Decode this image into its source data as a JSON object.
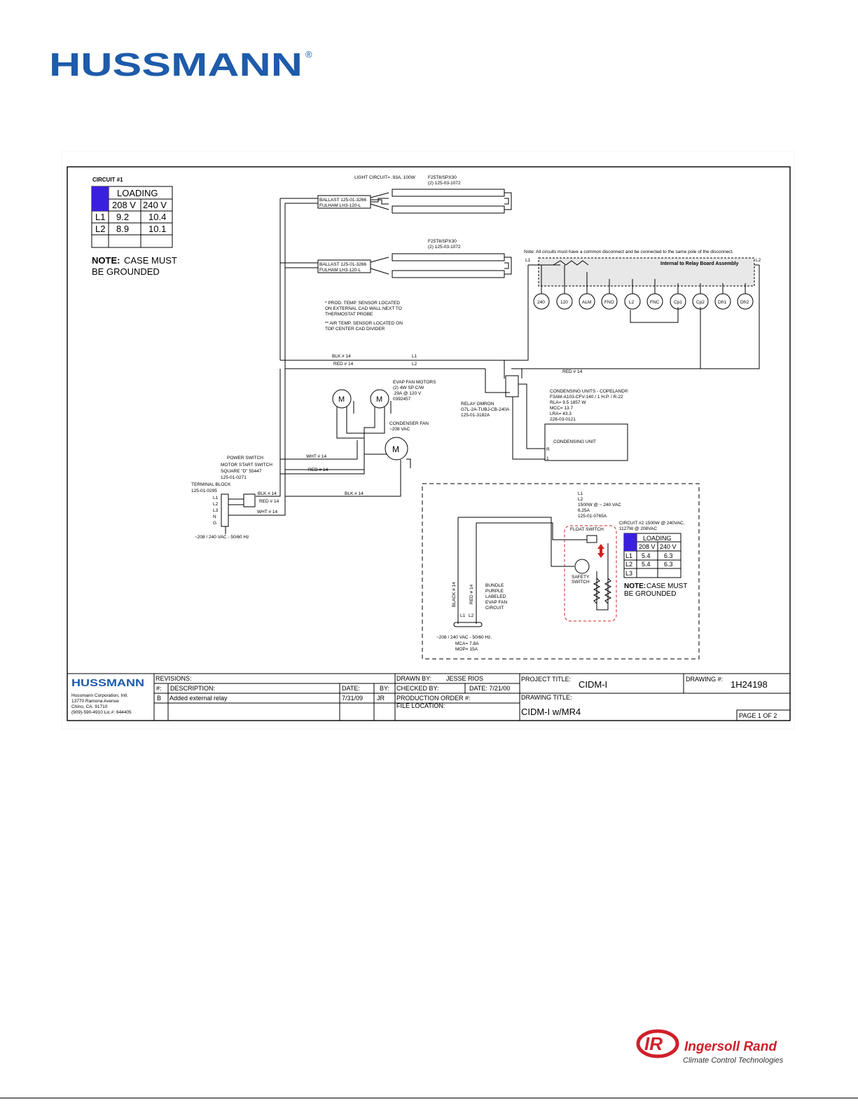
{
  "header": {
    "logo": "HUSSMANN",
    "registered": "®"
  },
  "circuit1": {
    "title": "CIRCUIT #1",
    "table": {
      "header": "LOADING",
      "cols": [
        "208 V",
        "240 V"
      ],
      "rows": [
        {
          "label": "L1",
          "v208": "9.2",
          "v240": "10.4"
        },
        {
          "label": "L2",
          "v208": "8.9",
          "v240": "10.1"
        }
      ]
    },
    "note_bold": "NOTE:",
    "note_l1": "CASE MUST",
    "note_l2": "BE GROUNDED"
  },
  "lights": {
    "circuit": "LIGHT CIRCUIT= .93A, 100W",
    "lamp1_l1": "F25T8/SPX30",
    "lamp1_l2": "(2) 125-03-1072",
    "lamp2_l1": "F25T8/SPX30",
    "lamp2_l2": "(2) 125-03-1072",
    "ballast1_l1": "BALLAST 125-01-3266",
    "ballast1_l2": "FULHAM LH3-120-L",
    "ballast2_l1": "BALLAST 125-01-3266",
    "ballast2_l2": "FULHAM LH3-120-L"
  },
  "sensor_notes": {
    "l1": "* PROD. TEMP. SENSOR LOCATED",
    "l2": "ON EXTERNAL CAD WALL NEXT TO",
    "l3": "THERMOSTAT PROBE",
    "l4": "** AIR TEMP. SENSOR LOCATED ON",
    "l5": "TOP CENTER CAD DIVIDER"
  },
  "relay_board": {
    "note": "Note: All circuits must have a common disconnect and be connected to the same pole of the disconnect.",
    "title": "Internal to Relay Board Assembly",
    "left": "L1",
    "right": "L2",
    "terminals": [
      "240",
      "120",
      "ALM",
      "FNO",
      "L2",
      "FNC",
      "Cp1",
      "Cp2",
      "Dfr1",
      "Dfr2"
    ]
  },
  "wires": {
    "blk14": "BLK # 14",
    "red14": "RED # 14",
    "l1": "L1",
    "l2": "L2",
    "red14_b": "RED # 14",
    "wht14": "WHT # 14",
    "red14_c": "RED # 14",
    "blk14_b": "BLK # 14",
    "blk14_c": "BLK # 14",
    "red14_d": "RED # 14",
    "wht14_b": "WHT # 14"
  },
  "evap_fans": {
    "l1": "EVAP FAN MOTORS",
    "l2": "(2) 4W SP C/W",
    "l3": ".29A @ 120 V",
    "l4": "0392457",
    "motor": "M"
  },
  "condenser_fan": {
    "l1": "CONDENSER FAN",
    "l2": "~208 VAC",
    "motor": "M"
  },
  "relay": {
    "l1": "RELAY OMRON",
    "l2": "G7L-2A-TUBJ-CB-240A",
    "l3": "125-01-3182A"
  },
  "condensing": {
    "l1": "CONDENSING UNITS - COPELAND®",
    "l2": "F3AM-A103-CFV-140 / 1 H.P. / R-22",
    "l3": "RLA= 9.5 1857 W",
    "l4": "MCC= 13.7",
    "l5": "LRA= 43.3",
    "l6": "228-03-0121",
    "box": "CONDENSING UNIT",
    "r": "R",
    "one": "1"
  },
  "power_switch": {
    "l1": "POWER SWITCH",
    "l2": "MOTOR START SWITCH",
    "l3": "SQUARE \"D\" 55447",
    "l4": "125-01-0271",
    "tb1": "TERMINAL BLOCK",
    "tb2": "125-01-0295",
    "terms": [
      "L1",
      "L2",
      "L3",
      "N",
      "G"
    ],
    "supply": "~208 / 240 VAC - 50/60 Hz"
  },
  "evapsway": {
    "l1": "L1",
    "l2": "L2",
    "l3": "1500W @ ~ 240 VAC",
    "l4": "6.25A",
    "l5": "125-01-0765A",
    "circuit_l1": "CIRCUIT #2 1500W @ 240VAC,",
    "circuit_l2": "1127W @ 208VAC",
    "float": "FLOAT SWITCH",
    "safety_l1": "SAFETY",
    "safety_l2": "SWITCH",
    "table": {
      "header": "LOADING",
      "cols": [
        "208 V",
        "240 V"
      ],
      "rows": [
        {
          "label": "L1",
          "v208": "5.4",
          "v240": "6.3"
        },
        {
          "label": "L2",
          "v208": "5.4",
          "v240": "6.3"
        },
        {
          "label": "L3",
          "v208": "",
          "v240": ""
        }
      ]
    },
    "note_bold": "NOTE:",
    "note_l1": "CASE MUST",
    "note_l2": "BE GROUNDED",
    "black14": "BLACK # 14",
    "red14": "RED # 14",
    "bundle": [
      "BUNDLE",
      "PURPLE",
      "LABELED",
      "EVAP FAN",
      "CIRCUIT"
    ],
    "supply_l1": "~208 / 240 VAC - 50/60 Hz.",
    "supply_l2": "MCA= 7.8A",
    "supply_l3": "MOP= 15A"
  },
  "title_block": {
    "logo": "HUSSMANN",
    "company_l1": "Hussmann Corporation, Intl.",
    "company_l2": "13770 Ramona Avenue",
    "company_l3": "Chino, CA. 91710",
    "company_l4": "(909)-590-4910    Lic.#: 644405",
    "revisions": "REVISIONS:",
    "hash": "#:",
    "description": "DESCRIPTION:",
    "date": "DATE:",
    "by": "BY:",
    "rev_num": "B",
    "rev_desc": "Added external relay",
    "rev_date": "7/31/09",
    "rev_by": "JR",
    "drawn_by_label": "DRAWN BY:",
    "drawn_by": "JESSE RIOS",
    "checked_by": "CHECKED BY:",
    "check_date": "DATE: 7/21/00",
    "production": "PRODUCTION ORDER #:",
    "file_location": "FILE LOCATION:",
    "project_title_label": "PROJECT TITLE:",
    "project_title": "CIDM-I",
    "drawing_num_label": "DRAWING #:",
    "drawing_num": "1H24198",
    "drawing_title_label": "DRAWING TITLE:",
    "drawing_title": "CIDM-I w/MR4",
    "page": "PAGE 1 OF 2"
  },
  "footer": {
    "brand": "Ingersoll Rand",
    "tagline": "Climate Control Technologies",
    "mark": "IR"
  },
  "colors": {
    "hussmann_blue": "#1E5BAA",
    "loading_purple": "#3B1FE0",
    "ir_red": "#D0202A"
  }
}
